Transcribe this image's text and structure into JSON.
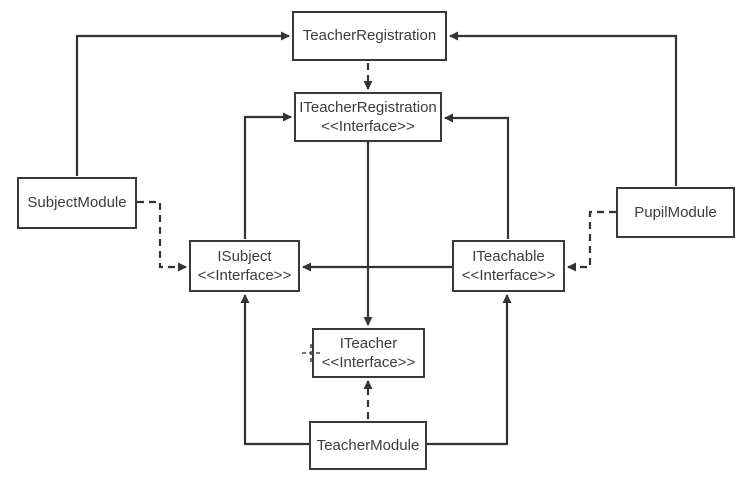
{
  "diagram": {
    "type": "uml-module-interface-dependency-diagram",
    "background_color": "#ffffff",
    "line_color": "#3a3a3a",
    "text_color": "#3c3c3c",
    "nodes": {
      "teacher_registration": {
        "label": "TeacherRegistration"
      },
      "iteacher_registration": {
        "label": "ITeacherRegistration",
        "stereotype": "<<Interface>>"
      },
      "subject_module": {
        "label": "SubjectModule"
      },
      "pupil_module": {
        "label": "PupilModule"
      },
      "isubject": {
        "label": "ISubject",
        "stereotype": "<<Interface>>"
      },
      "iteachable": {
        "label": "ITeachable",
        "stereotype": "<<Interface>>"
      },
      "iteacher": {
        "label": "ITeacher",
        "stereotype": "<<Interface>>"
      },
      "teacher_module": {
        "label": "TeacherModule"
      }
    },
    "edges": [
      {
        "from": "SubjectModule",
        "to": "TeacherRegistration",
        "line": "solid"
      },
      {
        "from": "PupilModule",
        "to": "TeacherRegistration",
        "line": "solid"
      },
      {
        "from": "TeacherRegistration",
        "to": "ITeacherRegistration",
        "line": "dashed"
      },
      {
        "from": "ISubject",
        "to": "ITeacherRegistration",
        "line": "solid"
      },
      {
        "from": "ITeachable",
        "to": "ITeacherRegistration",
        "line": "solid"
      },
      {
        "from": "ITeacherRegistration",
        "to": "ITeacher",
        "line": "solid"
      },
      {
        "from": "ITeachable",
        "to": "ISubject",
        "line": "solid"
      },
      {
        "from": "SubjectModule",
        "to": "ISubject",
        "line": "dashed"
      },
      {
        "from": "PupilModule",
        "to": "ITeachable",
        "line": "dashed"
      },
      {
        "from": "TeacherModule",
        "to": "ITeacher",
        "line": "dashed"
      },
      {
        "from": "TeacherModule",
        "to": "ISubject",
        "line": "solid"
      },
      {
        "from": "TeacherModule",
        "to": "ITeachable",
        "line": "solid"
      }
    ]
  }
}
